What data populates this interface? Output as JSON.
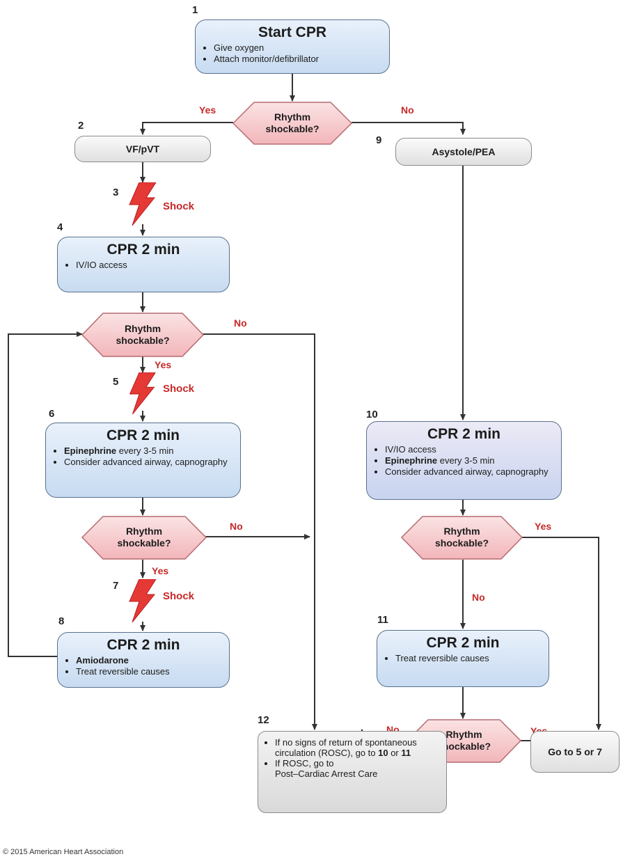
{
  "step_numbers": {
    "s1": "1",
    "s2": "2",
    "s3": "3",
    "s4": "4",
    "s5": "5",
    "s6": "6",
    "s7": "7",
    "s8": "8",
    "s9": "9",
    "s10": "10",
    "s11": "11",
    "s12": "12"
  },
  "start": {
    "title": "Start CPR",
    "items": [
      "Give oxygen",
      "Attach monitor/defibrillator"
    ]
  },
  "decision": {
    "label_line1": "Rhythm",
    "label_line2": "shockable?"
  },
  "labels": {
    "yes": "Yes",
    "no": "No",
    "shock": "Shock"
  },
  "vf_box": "VF/pVT",
  "asystole_box": "Asystole/PEA",
  "cpr4": {
    "title": "CPR 2 min",
    "items": [
      "IV/IO access"
    ]
  },
  "cpr6": {
    "title": "CPR 2 min",
    "item1_bold": "Epinephrine",
    "item1_rest": " every 3-5 min",
    "item2": "Consider advanced airway, capnography"
  },
  "cpr8": {
    "title": "CPR 2 min",
    "item1": "Amiodarone",
    "item2": "Treat reversible causes"
  },
  "cpr10": {
    "title": "CPR 2 min",
    "item1": "IV/IO access",
    "item2_bold": "Epinephrine",
    "item2_rest": " every 3-5 min",
    "item3": "Consider advanced airway, capnography"
  },
  "cpr11": {
    "title": "CPR 2 min",
    "item1": "Treat reversible causes"
  },
  "box12": {
    "a1": "If no signs of return of spontaneous circulation (ROSC), go to ",
    "a_b1": "10",
    "a2": " or ",
    "a_b2": "11",
    "b1": "If ROSC, go to",
    "b2": "Post–Cardiac Arrest Care"
  },
  "goto": "Go to 5 or 7",
  "copyright": "© 2015 American Heart Association",
  "colors": {
    "box_blue": "#c7dbf1",
    "decision_pink": "#f6c6c9",
    "label_red": "#c62828",
    "bolt_red": "#e53935"
  }
}
